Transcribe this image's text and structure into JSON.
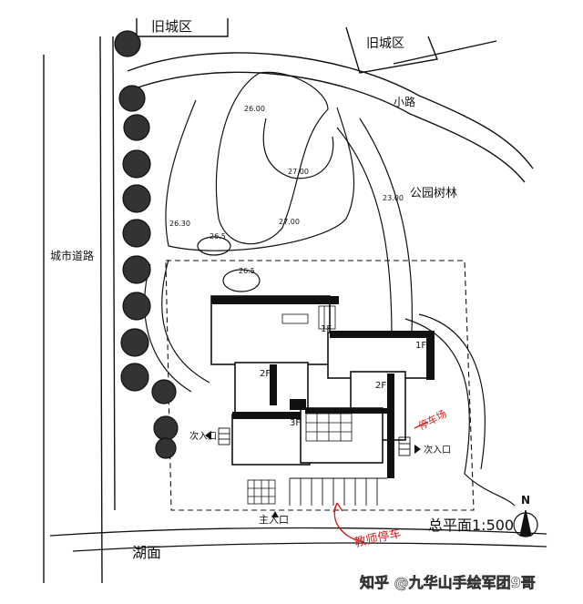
{
  "labels": {
    "old_city_top": "旧城区",
    "old_city_right": "旧城区",
    "path": "小路",
    "park_forest": "公园树林",
    "city_road": "城市道路",
    "lake": "湖面",
    "title": "总平面1:500",
    "north": "N",
    "main_entrance": "主入口",
    "sub_entrance_left": "次入口",
    "sub_entrance_right": "次入口",
    "staff_parking": "教师停车",
    "parking": "停车场",
    "floor_1a": "1F",
    "floor_1b": "1F",
    "floor_2a": "2F",
    "floor_2b": "2F",
    "floor_3": "3F"
  },
  "contours": {
    "c1": "26.00",
    "c2": "27.00",
    "c3": "23.00",
    "c4": "26.30",
    "c5": "27.00",
    "c6": "26.5",
    "c7": "26.5"
  },
  "watermark": "知乎 @九华山手绘军团9哥",
  "colors": {
    "ink": "#111111",
    "annotation_red": "#d42020",
    "paper": "#ffffff"
  }
}
